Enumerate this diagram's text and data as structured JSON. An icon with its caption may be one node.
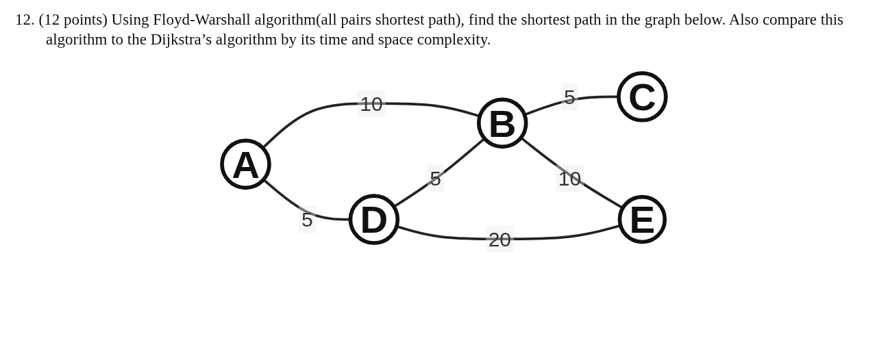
{
  "diagram": {
    "title": "12. (12 points) Using Floyd-Warshall algorithm(all pairs shortest path), find the shortest path in the graph below. Also compare this algorithm to the Dijkstra’s algorithm by its time and space complexity.",
    "nodes": [
      {
        "text": [
          "A"
        ]
      },
      {
        "text": [
          "B"
        ]
      },
      {
        "text": [
          "C"
        ]
      },
      {
        "text": [
          "D"
        ]
      },
      {
        "text": [
          "E"
        ]
      }
    ],
    "edges": [
      {
        "from": 0,
        "to": 1,
        "arrow": "none",
        "label": "10"
      },
      {
        "from": 1,
        "to": 2,
        "arrow": "none",
        "label": "5"
      },
      {
        "from": 0,
        "to": 3,
        "arrow": "none",
        "label": "5"
      },
      {
        "from": 3,
        "to": 1,
        "arrow": "none",
        "label": "5"
      },
      {
        "from": 1,
        "to": 4,
        "arrow": "none",
        "label": "10"
      },
      {
        "from": 3,
        "to": 4,
        "arrow": "none",
        "label": "20"
      }
    ]
  }
}
